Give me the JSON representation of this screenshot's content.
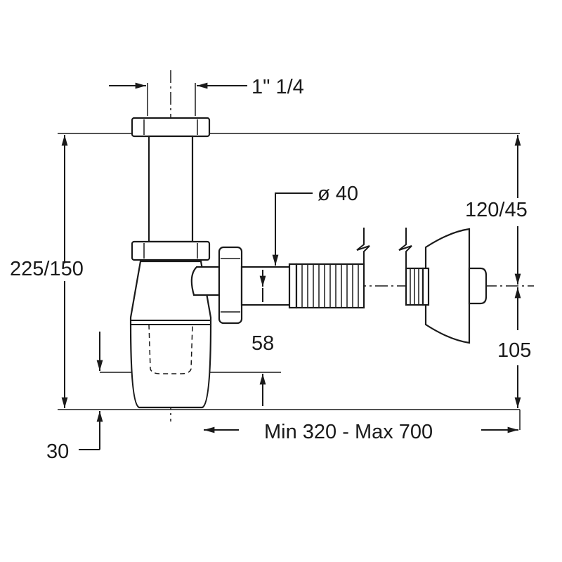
{
  "drawing": {
    "dim_inlet": "1\" 1/4",
    "dim_diameter": "ø 40",
    "dim_height_total": "225/150",
    "dim_height_upper": "120/45",
    "dim_depth": "58",
    "dim_height_lower": "105",
    "dim_bottom": "30",
    "dim_length": "Min 320 - Max 700"
  }
}
